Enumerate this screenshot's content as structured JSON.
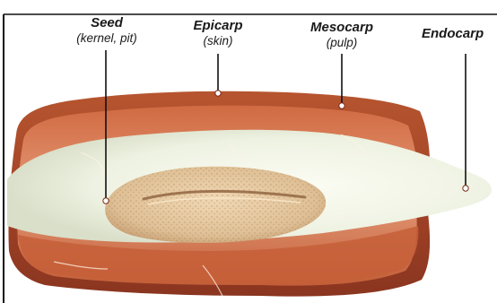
{
  "labels": {
    "seed": {
      "name": "Seed",
      "sub": "(kernel, pit)"
    },
    "epicarp": {
      "name": "Epicarp",
      "sub": "(skin)"
    },
    "mesocarp": {
      "name": "Mesocarp",
      "sub": "(pulp)"
    },
    "endocarp": {
      "name": "Endocarp",
      "sub": ""
    }
  },
  "colors": {
    "frame": "#111111",
    "skin": "#8e3a22",
    "pulp": "#c8643d",
    "pulp_light": "#e8a384",
    "endocarp": "#f1f4e8",
    "seed": "#e2c39a",
    "leader": "#111111",
    "marker": "#ffffff"
  }
}
